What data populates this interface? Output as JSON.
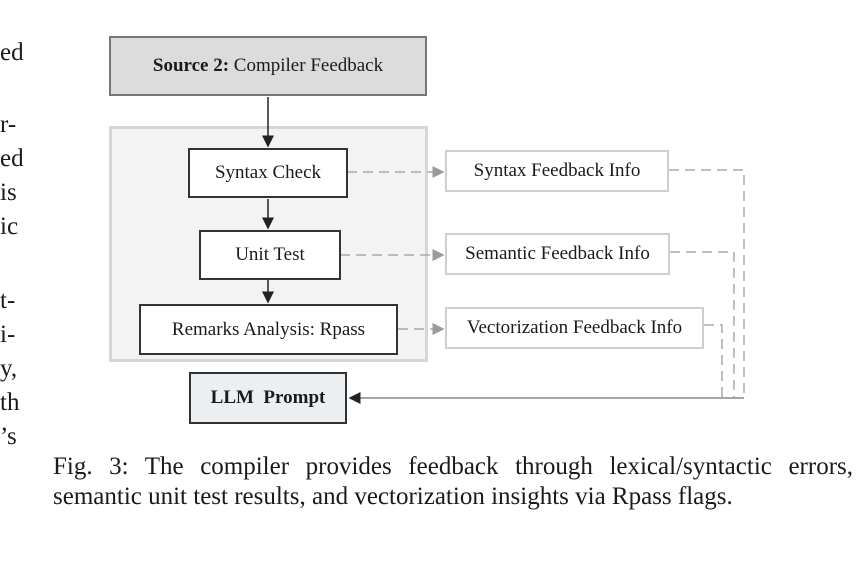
{
  "left_column_fragments": [
    "ed",
    "r-",
    "ed",
    "is",
    "ic",
    "t-",
    "i-",
    "y,",
    "th",
    "’s"
  ],
  "diagram": {
    "source": {
      "bold": "Source 2:",
      "rest": " Compiler Feedback"
    },
    "stages": [
      "Syntax Check",
      "Unit Test",
      "Remarks Analysis: Rpass"
    ],
    "feedback": [
      "Syntax Feedback Info",
      "Semantic Feedback Info",
      "Vectorization Feedback Info"
    ],
    "output": "LLM  Prompt"
  },
  "caption": "Fig. 3: The compiler provides feedback through lexical/syntactic errors, semantic unit test results, and vectorization insights via Rpass flags.",
  "colors": {
    "box_border": "#333333",
    "group_fill": "#f3f3f3",
    "source_fill": "#dcdcdc",
    "dashed_line": "#aaaaaa"
  }
}
